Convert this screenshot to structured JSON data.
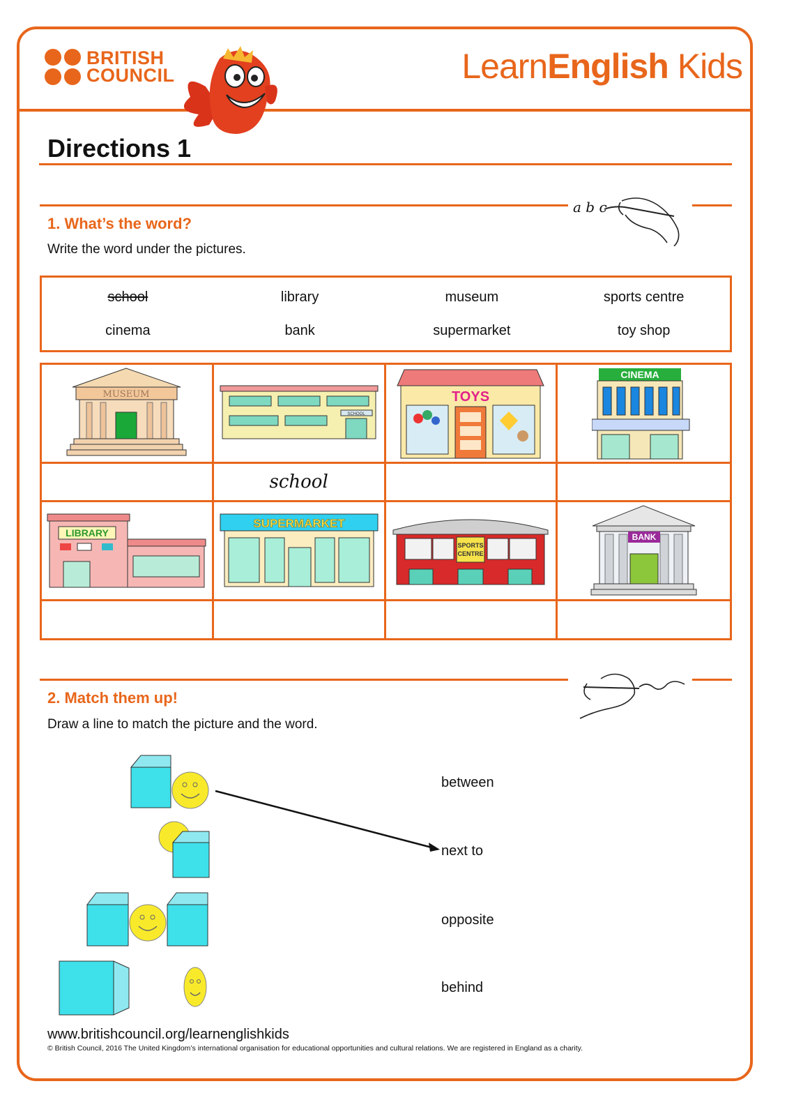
{
  "brand": {
    "british_council": [
      "BRITISH",
      "COUNCIL"
    ],
    "learn_english_kids_light": "Learn",
    "learn_english_kids_bold": "English",
    "learn_english_kids_kids": " Kids",
    "accent_color": "#e8661b"
  },
  "page_title": "Directions 1",
  "section1": {
    "title": "1. What’s the word?",
    "instruction": "Write the word under the pictures.",
    "hand_letters": "a b c",
    "words": [
      "school",
      "library",
      "museum",
      "sports centre",
      "cinema",
      "bank",
      "supermarket",
      "toy shop"
    ],
    "pictures_row1": [
      "museum-building",
      "school-building",
      "toy-shop-building",
      "cinema-building"
    ],
    "pictures_row2": [
      "library-building",
      "supermarket-building",
      "sports-centre-building",
      "bank-building"
    ],
    "answers_row1": [
      "",
      "school",
      "",
      ""
    ],
    "answers_row2": [
      "",
      "",
      "",
      ""
    ],
    "sign_museum": "MUSEUM",
    "sign_school": "SCHOOL",
    "sign_toys": "TOYS",
    "sign_cinema": "CINEMA",
    "sign_library": "LIBRARY",
    "sign_supermarket": "SUPERMARKET",
    "sign_sports_1": "SPORTS",
    "sign_sports_2": "CENTRE",
    "sign_bank": "BANK"
  },
  "section2": {
    "title": "2. Match them up!",
    "instruction": "Draw a line to match the picture and the word.",
    "words": [
      "between",
      "next to",
      "opposite",
      "behind"
    ]
  },
  "footer": {
    "url": "www.britishcouncil.org/learnenglishkids",
    "copyright": "© British Council, 2016 The United Kingdom’s international organisation for educational opportunities and cultural relations. We are registered in England as a charity."
  }
}
